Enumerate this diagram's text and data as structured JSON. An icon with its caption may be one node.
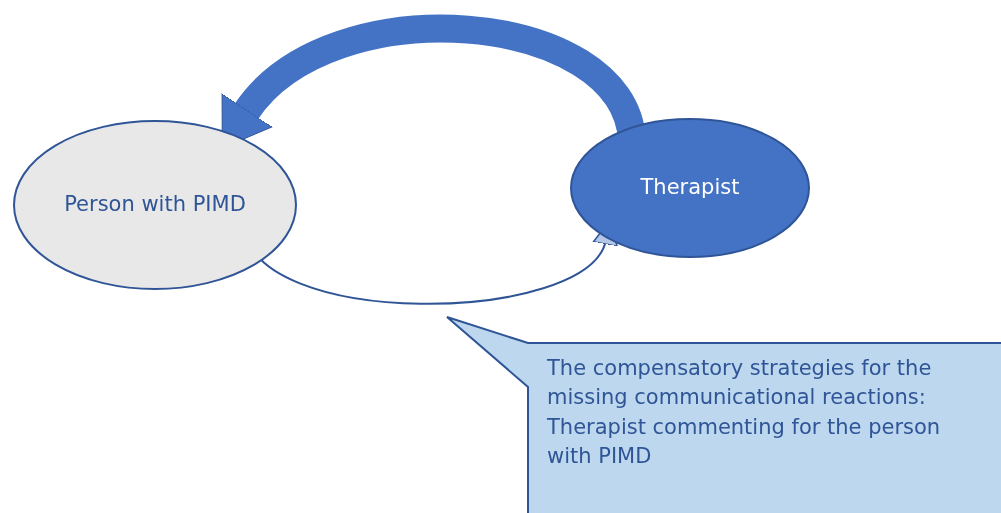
{
  "diagram": {
    "nodes": [
      {
        "text": [
          "Person with PIMD"
        ]
      },
      {
        "text": [
          "Therapist"
        ]
      },
      {
        "text": [
          "The compensatory strategies for the missing communicational reactions: Therapist commenting for the person with PIMD"
        ]
      }
    ],
    "edges": [
      {
        "from": 1,
        "to": 0,
        "arrow": "to",
        "style": "thick",
        "color": "#4472c4"
      },
      {
        "from": 0,
        "to": 1,
        "arrow": "to"
      }
    ]
  }
}
